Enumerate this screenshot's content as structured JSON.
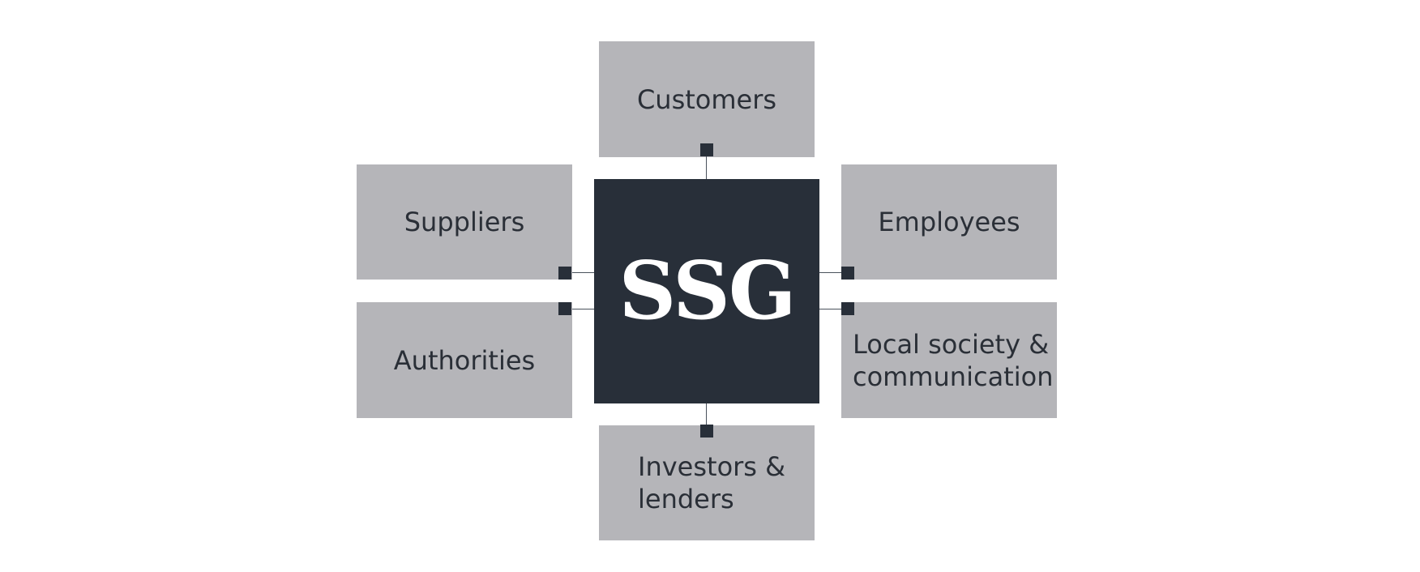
{
  "center": {
    "label": "SSG"
  },
  "stakeholders": {
    "customers": "Customers",
    "suppliers": "Suppliers",
    "employees": "Employees",
    "authorities": "Authorities",
    "local_society": [
      "Local society &",
      "communication"
    ],
    "investors": [
      "Investors &",
      "lenders"
    ]
  },
  "colors": {
    "center_bg": "#282f39",
    "box_bg": "#b5b5b9",
    "text": "#2a2f37",
    "center_text": "#ffffff"
  }
}
